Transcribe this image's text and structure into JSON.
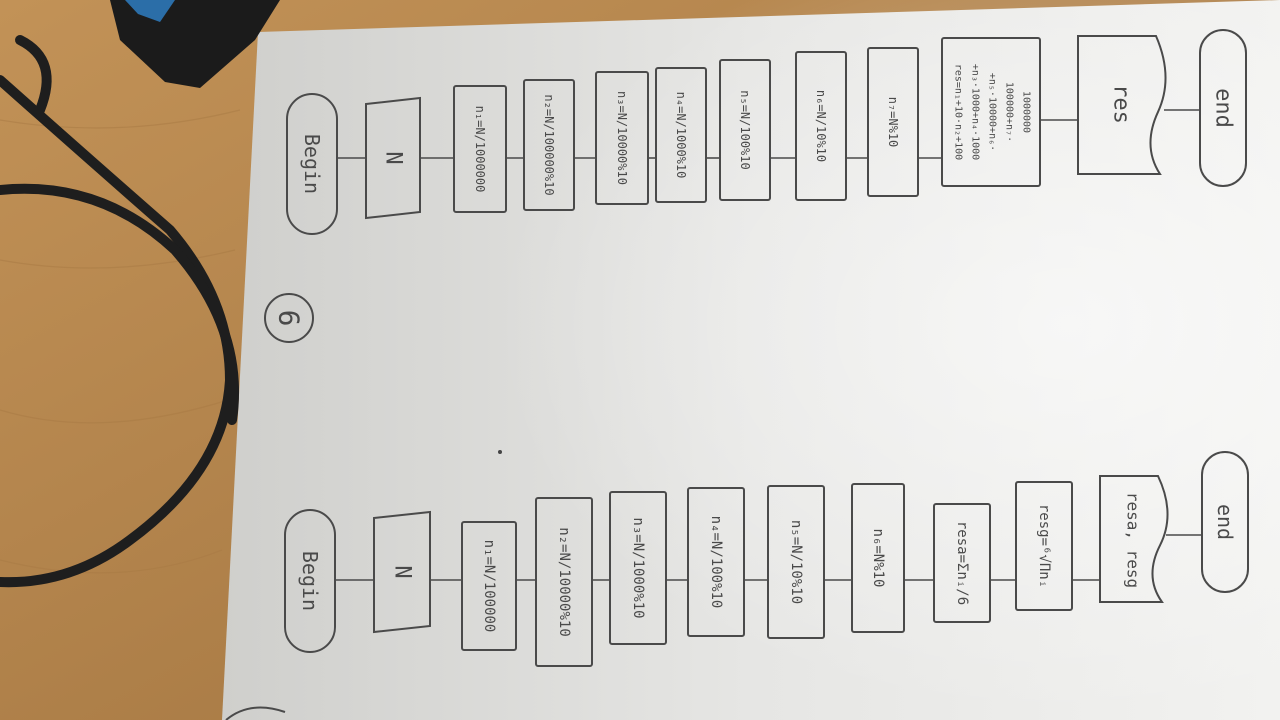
{
  "photo": {
    "desk_color": "#b8874e",
    "paper_color": "#eeeeec",
    "pencil_color": "#4a4a4a",
    "cable_color": "#1e1e1e"
  },
  "page_number": "6",
  "flowchart_left": {
    "begin": "Begin",
    "input": "N",
    "steps": [
      "n₁=N/100000",
      "n₂=N/10000%10",
      "n₃=N/1000%10",
      "n₄=N/100%10",
      "n₅=N/10%10",
      "n₆=N%10",
      "resa=Σnᵢ/6",
      "resg=⁶√Πnᵢ"
    ],
    "output": "resa, resg",
    "end": "end"
  },
  "flowchart_right": {
    "begin": "Begin",
    "input": "N",
    "steps": [
      "n₁=N/1000000",
      "n₂=N/100000%10",
      "n₃=N/10000%10",
      "n₄=N/1000%10",
      "n₅=N/100%10",
      "n₆=N/10%10",
      "n₇=N%10"
    ],
    "res_lines": [
      "res=n₁+10·n₂+100",
      "+n₃·1000+n₄·1000",
      "+n₅·10000+n₆·",
      "100000+n₇·",
      "1000000"
    ],
    "output": "res",
    "end": "end"
  }
}
